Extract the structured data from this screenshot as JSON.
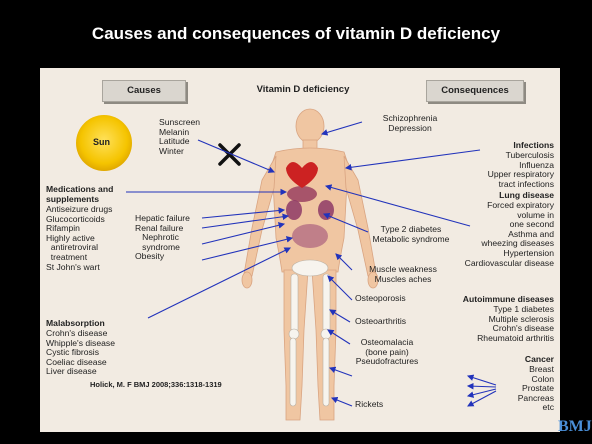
{
  "title": "Causes and consequences of vitamin D deficiency",
  "headers": {
    "causes": "Causes",
    "center": "Vitamin D deficiency",
    "consequences": "Consequences"
  },
  "sun_label": "Sun",
  "sun_factors": "Sunscreen\nMelanin\nLatitude\nWinter",
  "medications": {
    "heading": "Medications and\nsupplements",
    "items": "Antiseizure drugs\nGlucocorticoids\nRifampin\nHighly active\n  antiretroviral\n  treatment\nSt John's wart"
  },
  "organ_causes": "Hepatic failure\nRenal failure\n   Nephrotic\n   syndrome\nObesity",
  "malabsorption": {
    "heading": "Malabsorption",
    "items": "Crohn's disease\nWhipple's disease\nCystic fibrosis\nCoeliac disease\nLiver disease"
  },
  "consequences": {
    "mental": "Schizophrenia\nDepression",
    "metabolic": "Type 2 diabetes\nMetabolic syndrome",
    "muscle": "Muscle weakness\nMuscles aches",
    "osteoporosis": "Osteoporosis",
    "osteoarthritis": "Osteoarthritis",
    "osteomalacia": "Osteomalacia\n(bone pain)\nPseudofractures",
    "rickets": "Rickets",
    "infections": {
      "heading": "Infections",
      "items": "Tuberculosis\nInfluenza\nUpper respiratory\ntract infections"
    },
    "lung": {
      "heading": "Lung disease",
      "items": "Forced expiratory\nvolume in\none second\nAsthma and\nwheezing diseases\nHypertension\nCardiovascular disease"
    },
    "autoimmune": {
      "heading": "Autoimmune diseases",
      "items": "Type 1 diabetes\nMultiple sclerosis\nCrohn's disease\nRheumatoid arthritis"
    },
    "cancer": {
      "heading": "Cancer",
      "items": "Breast\nColon\nProstate\nPancreas\netc"
    }
  },
  "citation": "Holick, M. F BMJ 2008;336:1318-1319",
  "logo": "BMJ",
  "colors": {
    "background": "#000000",
    "panel": "#f2ebe2",
    "arrow": "#2233bb",
    "sun": "#f5c400",
    "skin": "#f0c6a2"
  }
}
